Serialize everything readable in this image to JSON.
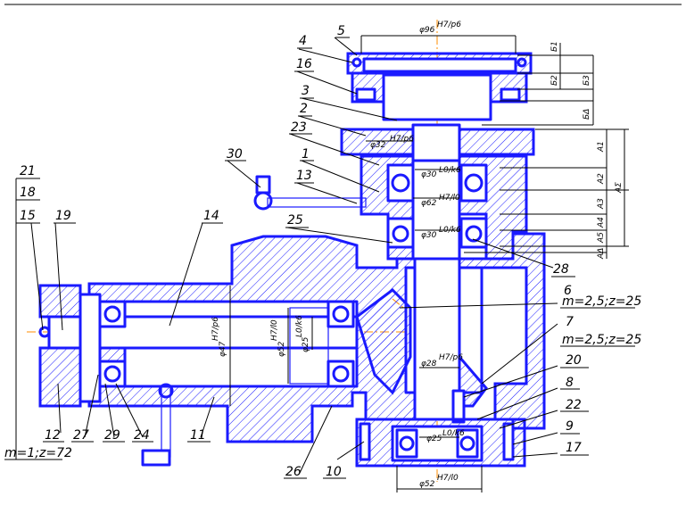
{
  "drawing": {
    "part_labels": [
      "1",
      "2",
      "3",
      "4",
      "5",
      "6",
      "7",
      "8",
      "9",
      "10",
      "11",
      "12",
      "13",
      "14",
      "15",
      "16",
      "17",
      "18",
      "19",
      "20",
      "21",
      "22",
      "23",
      "24",
      "25",
      "26",
      "27",
      "28",
      "29",
      "30"
    ],
    "gear_specs": {
      "g6": "m=2,5;z=25",
      "g7": "m=2,5;z=25",
      "g12": "m=1;z=72"
    },
    "dimensions": {
      "d96": "φ96",
      "d96_fit": "H7/p6",
      "d32": "φ32",
      "d32_fit": "H7/p6",
      "d30a": "φ30",
      "d30a_fit": "L0/k6",
      "d62": "φ62",
      "d62_fit": "H7/l0",
      "d30b": "φ30",
      "d30b_fit": "L0/k6",
      "d28": "φ28",
      "d28_fit": "H7/p6",
      "d25": "φ25",
      "d25_fit": "L0/k6",
      "d52": "φ52",
      "d52_fit": "H7/l0",
      "d47": "φ47",
      "d47_fit": "H7/p6",
      "d52b": "φ52",
      "d52b_fit": "H7/l0",
      "d25b": "φ25",
      "d25b_fit": "L0/k6"
    },
    "axial_dims": {
      "b1": "Б1",
      "b2": "Б2",
      "b3": "Б3",
      "bD": "БΔ",
      "a1": "A1",
      "a2": "A2",
      "a3": "A3",
      "a4": "A4",
      "a5": "A5",
      "aD": "AΔ",
      "aS": "AΣ"
    },
    "colors": {
      "lines": "#1a1aff",
      "centerline": "#ff8c00",
      "text": "#000000"
    }
  }
}
